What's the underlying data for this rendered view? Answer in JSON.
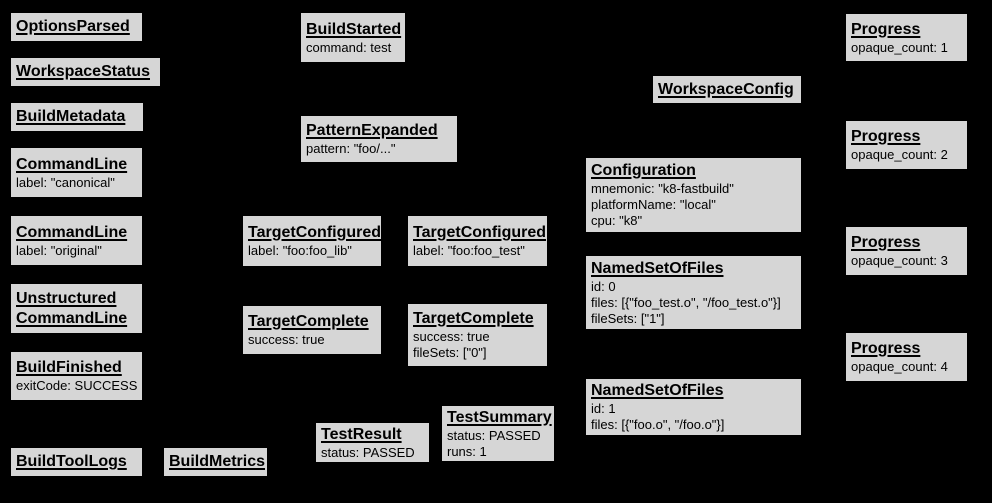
{
  "diagram": {
    "description": "Build event protocol graph of gray event nodes on black background",
    "colors": {
      "background": "#000000",
      "node_fill": "#d6d6d6",
      "node_border": "#000000",
      "text": "#000000"
    },
    "nodes": [
      {
        "title": "OptionsParsed",
        "attrs": []
      },
      {
        "title": "WorkspaceStatus",
        "attrs": []
      },
      {
        "title": "BuildMetadata",
        "attrs": []
      },
      {
        "title": "CommandLine",
        "attrs": [
          "label: \"canonical\""
        ]
      },
      {
        "title": "CommandLine",
        "attrs": [
          "label: \"original\""
        ]
      },
      {
        "title": "Unstructured\nCommandLine",
        "attrs": []
      },
      {
        "title": "BuildFinished",
        "attrs": [
          "exitCode: SUCCESS"
        ]
      },
      {
        "title": "BuildToolLogs",
        "attrs": []
      },
      {
        "title": "BuildStarted",
        "attrs": [
          "command: test"
        ]
      },
      {
        "title": "PatternExpanded",
        "attrs": [
          "pattern: \"foo/...\""
        ]
      },
      {
        "title": "TargetConfigured",
        "attrs": [
          "label: \"foo:foo_lib\""
        ]
      },
      {
        "title": "TargetComplete",
        "attrs": [
          "success: true"
        ]
      },
      {
        "title": "TestResult",
        "attrs": [
          "status: PASSED"
        ]
      },
      {
        "title": "BuildMetrics",
        "attrs": []
      },
      {
        "title": "TargetConfigured",
        "attrs": [
          "label: \"foo:foo_test\""
        ]
      },
      {
        "title": "TargetComplete",
        "attrs": [
          "success: true",
          "fileSets: [\"0\"]"
        ]
      },
      {
        "title": "TestSummary",
        "attrs": [
          "status: PASSED",
          "runs: 1"
        ]
      },
      {
        "title": "WorkspaceConfig",
        "attrs": []
      },
      {
        "title": "Configuration",
        "attrs": [
          "mnemonic: \"k8-fastbuild\"",
          "platformName: \"local\"",
          "cpu: \"k8\""
        ]
      },
      {
        "title": "NamedSetOfFiles",
        "attrs": [
          "id: 0",
          "files: [{\"foo_test.o\", \"/foo_test.o\"}]",
          "fileSets: [\"1\"]"
        ]
      },
      {
        "title": "NamedSetOfFiles",
        "attrs": [
          "id: 1",
          "files: [{\"foo.o\", \"/foo.o\"}]"
        ]
      },
      {
        "title": "Progress",
        "attrs": [
          "opaque_count: 1"
        ]
      },
      {
        "title": "Progress",
        "attrs": [
          "opaque_count: 2"
        ]
      },
      {
        "title": "Progress",
        "attrs": [
          "opaque_count: 3"
        ]
      },
      {
        "title": "Progress",
        "attrs": [
          "opaque_count: 4"
        ]
      }
    ]
  }
}
